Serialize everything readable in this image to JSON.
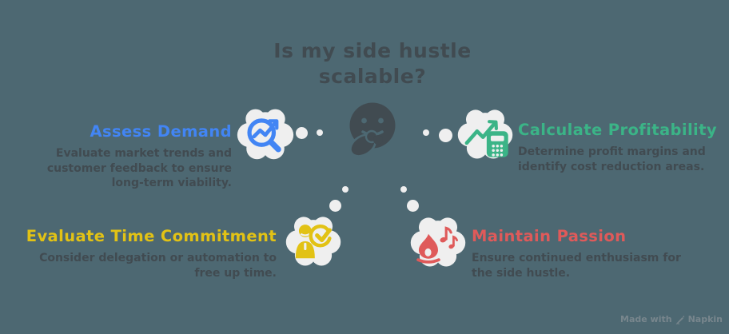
{
  "title": "Is my side hustle scalable?",
  "center": {
    "icon": "thinking-face-icon"
  },
  "sections": [
    {
      "id": "assess-demand",
      "heading": "Assess Demand",
      "description": "Evaluate market trends and customer feedback to ensure long-term viability.",
      "color": "#4285F4",
      "icon": "chart-search-icon"
    },
    {
      "id": "calculate-profitability",
      "heading": "Calculate Profitability",
      "description": "Determine profit margins and identify cost reduction areas.",
      "color": "#3BB487",
      "icon": "calculator-trend-icon"
    },
    {
      "id": "evaluate-time-commitment",
      "heading": "Evaluate Time Commitment",
      "description": "Consider delegation or automation to free up time.",
      "color": "#E2C215",
      "icon": "person-check-icon"
    },
    {
      "id": "maintain-passion",
      "heading": "Maintain Passion",
      "description": "Ensure continued enthusiasm for the side hustle.",
      "color": "#DF5A5A",
      "icon": "flame-music-icon"
    }
  ],
  "watermark": {
    "prefix": "Made with",
    "brand": "Napkin"
  },
  "colors": {
    "background": "#4D6872",
    "text_dark": "#414B51",
    "cloud": "#EFEFEF",
    "watermark_text": "#78868D"
  }
}
